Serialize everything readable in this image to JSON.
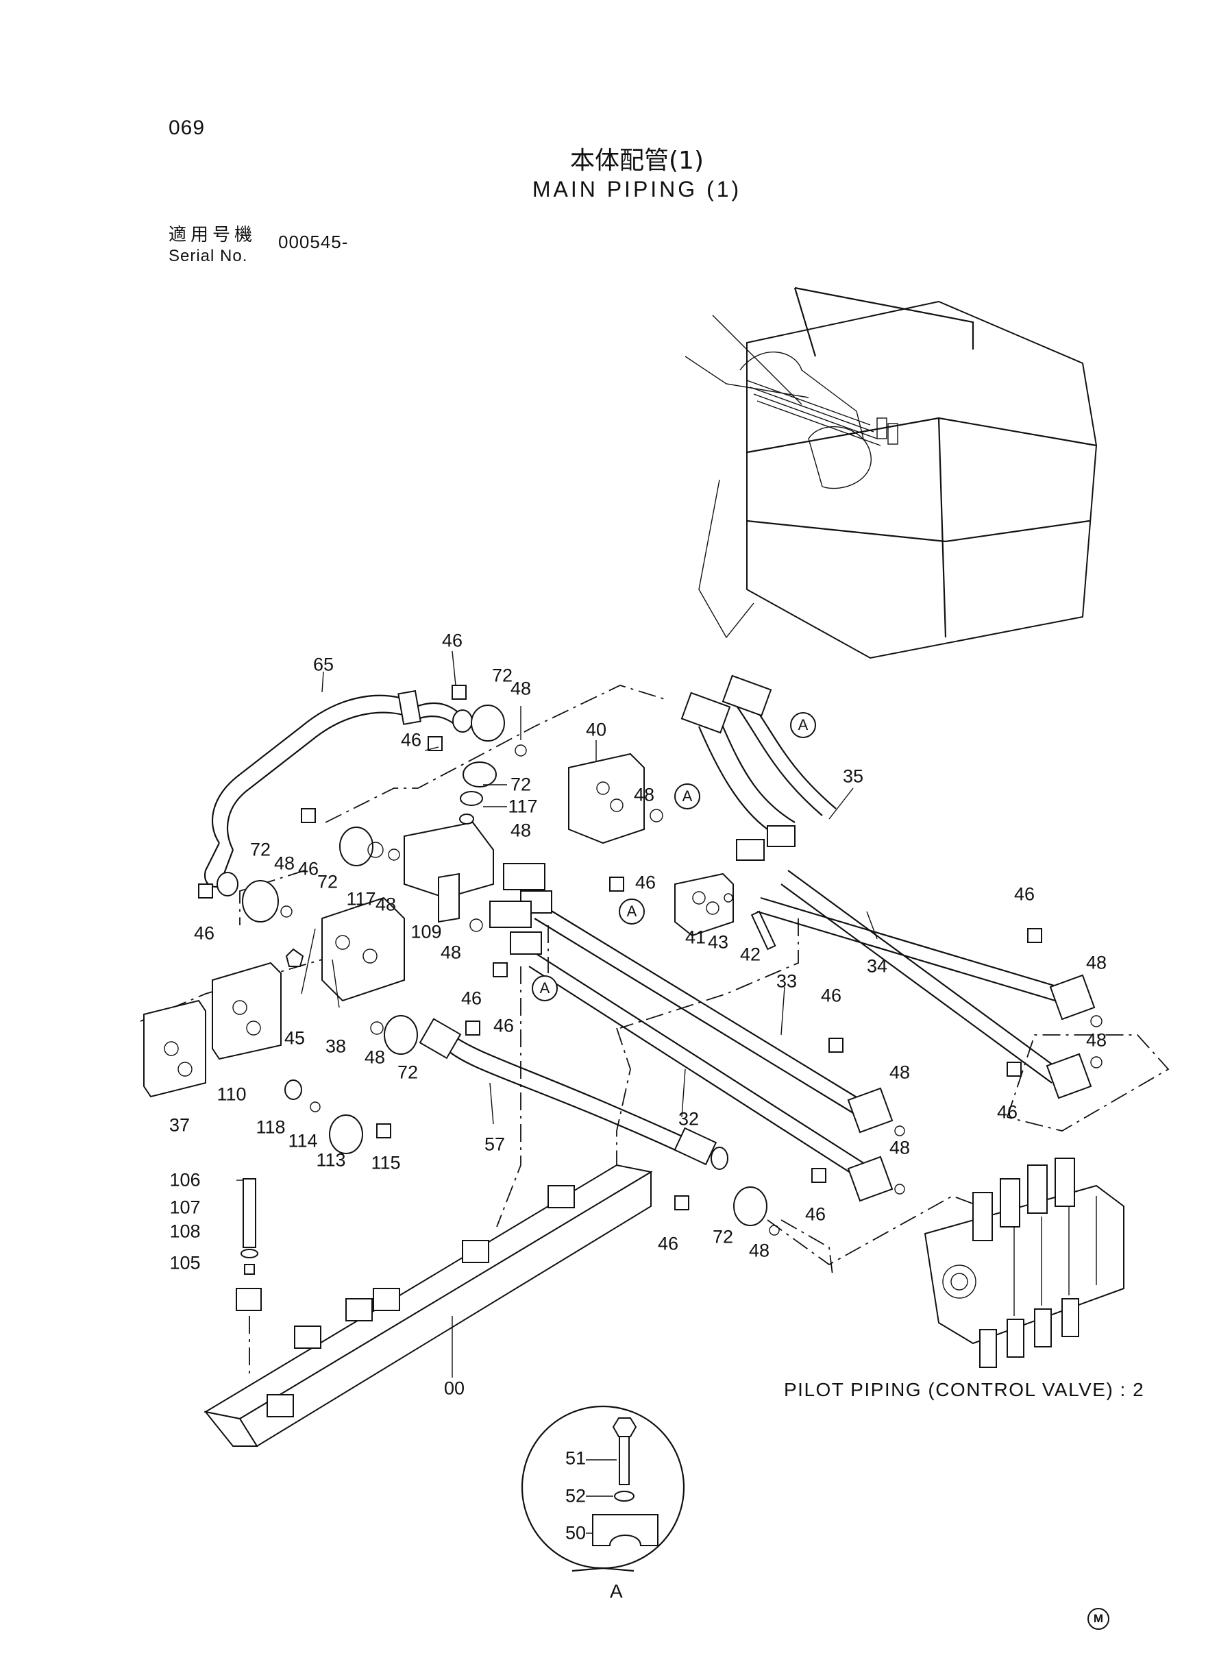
{
  "header": {
    "page_number": "069",
    "title_jp": "本体配管(1)",
    "title_en": "MAIN PIPING (1)",
    "serial_label_jp": "適用号機",
    "serial_label_en": "Serial No.",
    "serial_value": "000545-"
  },
  "reference_note": "PILOT PIPING (CONTROL VALVE) : 2",
  "detail_view": {
    "label": "A",
    "callouts": [
      "51",
      "52",
      "50"
    ]
  },
  "corner_mark": "M",
  "part_callouts": [
    "65",
    "46",
    "72",
    "48",
    "46",
    "72",
    "117",
    "48",
    "40",
    "48",
    "35",
    "72",
    "48",
    "46",
    "72",
    "117",
    "48",
    "46",
    "46",
    "109",
    "48",
    "41",
    "43",
    "42",
    "46",
    "34",
    "46",
    "45",
    "38",
    "46",
    "46",
    "33",
    "48",
    "48",
    "110",
    "37",
    "72",
    "48",
    "32",
    "46",
    "48",
    "57",
    "118",
    "114",
    "113",
    "115",
    "48",
    "46",
    "106",
    "107",
    "108",
    "105",
    "72",
    "46",
    "48",
    "00"
  ],
  "view_tags": [
    "A",
    "A",
    "A",
    "A"
  ]
}
